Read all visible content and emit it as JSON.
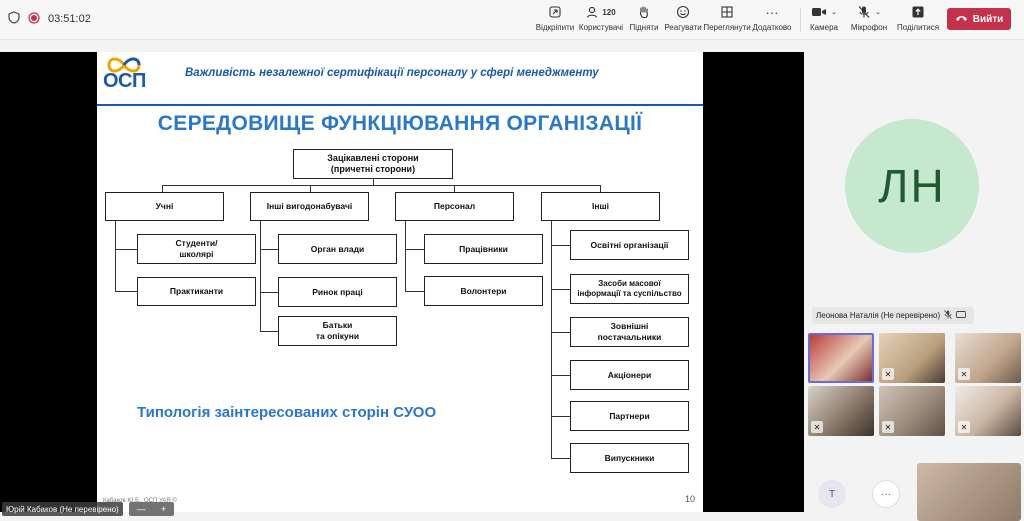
{
  "topbar": {
    "timer": "03:51:02",
    "participants_count": "120",
    "buttons": [
      {
        "label": "Відкріпити",
        "icon": "unpin-icon"
      },
      {
        "label": "Користувачі",
        "icon": "people-icon"
      },
      {
        "label": "Підняти",
        "icon": "raise-hand-icon"
      },
      {
        "label": "Реагувати",
        "icon": "react-icon"
      },
      {
        "label": "Переглянути",
        "icon": "view-grid-icon"
      },
      {
        "label": "Додатково",
        "icon": "more-icon"
      },
      {
        "label": "Камера",
        "icon": "camera-icon"
      },
      {
        "label": "Мікрофон",
        "icon": "microphone-off-icon"
      },
      {
        "label": "Поділитися",
        "icon": "share-icon"
      }
    ],
    "leave_label": "Вийти",
    "colors": {
      "leave": "#c4314b"
    }
  },
  "slide": {
    "logo_text": "ОСП",
    "header": "Важливість незалежної сертифікації персоналу у сфері менеджменту",
    "title": "СЕРЕДОВИЩЕ ФУНКЦІЮВАННЯ ОРГАНІЗАЦІЇ",
    "root": "Зацікавлені сторони\n(причетні сторони)",
    "groups": [
      {
        "label": "Учні",
        "children": [
          "Студенти/\nшколярі",
          "Практиканти"
        ]
      },
      {
        "label": "Інші вигодонабувачі",
        "children": [
          "Орган влади",
          "Ринок праці",
          "Батьки\nта опікуни"
        ]
      },
      {
        "label": "Персонал",
        "children": [
          "Працівники",
          "Волонтери"
        ]
      },
      {
        "label": "Інші",
        "children": [
          "Освітні організації",
          "Засоби масової\nінформації та суспільство",
          "Зовнішні\nпостачальники",
          "Акціонери",
          "Партнери",
          "Випускники"
        ]
      }
    ],
    "subtitle": "Типологія заінтересованих сторін СУОО",
    "footer": "Кабаков Ю.Б., ОСП УАЯ ©",
    "page_number": "10",
    "colors": {
      "accent": "#2a78c6",
      "header": "#1b5aa6"
    }
  },
  "participants": {
    "big_avatar_initials": "ЛН",
    "big_avatar_name": "Леонова Наталія (Не перевірено)",
    "presenter_name": "Юрій Кабаков (Не перевірено)",
    "circle_initial": "Т",
    "circle_more": "···"
  }
}
